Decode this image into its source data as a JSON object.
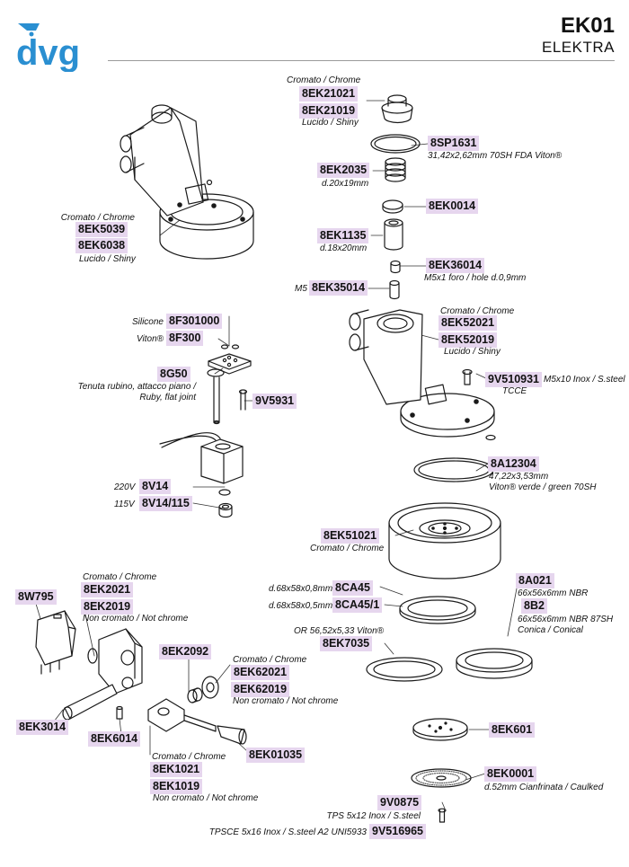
{
  "header": {
    "model_code": "EK01",
    "model_name": "ELEKTRA",
    "brand": "dvg"
  },
  "colors": {
    "part_tag_bg": "#e6d6ee",
    "brand_blue": "#2a8fd1",
    "line": "#1a1a1a"
  },
  "texts": {
    "cromato_chrome": "Cromato / Chrome",
    "lucido_shiny": "Lucido / Shiny",
    "o_ring_31": "31,42x2,62mm 70SH FDA Viton®",
    "spring_dim": "d.20x19mm",
    "bush_dim": "d.18x20mm",
    "m5_hole": "M5x1 foro / hole d.0,9mm",
    "m5": "M5",
    "silicone": "Silicone",
    "viton": "Viton®",
    "ruby_it": "Tenuta rubino, attacco piano /",
    "ruby_en": "Ruby, flat joint",
    "screw_m5x10": "M5x10 Inox / S.steel",
    "tcce": "TCCE",
    "gasket_47": "47,22x3,53mm",
    "gasket_47_mat": "Viton® verde / green 70SH",
    "v220": "220V",
    "v115": "115V",
    "d68_08": "d.68x58x0,8mm",
    "d68_05": "d.68x58x0,5mm",
    "ring_66": "66x56x6mm NBR",
    "ring_66_87": "66x56x6mm NBR 87SH",
    "conical": "Conica / Conical",
    "or_56": "OR 56,52x5,33 Viton®",
    "non_cromato": "Non cromato / Not chrome",
    "caulked": "d.52mm Cianfrinata / Caulked",
    "tps": "TPS 5x12 Inox / S.steel",
    "tpsce": "TPSCE 5x16 Inox / S.steel A2 UNI5933"
  },
  "parts": {
    "p8EK21021": "8EK21021",
    "p8EK21019": "8EK21019",
    "p8SP1631": "8SP1631",
    "p8EK2035": "8EK2035",
    "p8EK0014": "8EK0014",
    "p8EK1135": "8EK1135",
    "p8EK36014": "8EK36014",
    "p8EK35014": "8EK35014",
    "p8EK5039": "8EK5039",
    "p8EK6038": "8EK6038",
    "p8F301000": "8F301000",
    "p8F300": "8F300",
    "p8G50": "8G50",
    "p9V5931": "9V5931",
    "p8EK52021": "8EK52021",
    "p8EK52019": "8EK52019",
    "p9V510931": "9V510931",
    "p8A12304": "8A12304",
    "p8V14": "8V14",
    "p8V14_115": "8V14/115",
    "p8EK51021": "8EK51021",
    "p8CA45": "8CA45",
    "p8CA45_1": "8CA45/1",
    "p8A021": "8A021",
    "p8B2": "8B2",
    "p8EK7035": "8EK7035",
    "p8W795": "8W795",
    "p8EK2021": "8EK2021",
    "p8EK2019": "8EK2019",
    "p8EK2092": "8EK2092",
    "p8EK62021": "8EK62021",
    "p8EK62019": "8EK62019",
    "p8EK3014": "8EK3014",
    "p8EK6014": "8EK6014",
    "p8EK01035": "8EK01035",
    "p8EK1021": "8EK1021",
    "p8EK1019": "8EK1019",
    "p8EK601": "8EK601",
    "p8EK0001": "8EK0001",
    "p9V0875": "9V0875",
    "p9V516965": "9V516965"
  }
}
